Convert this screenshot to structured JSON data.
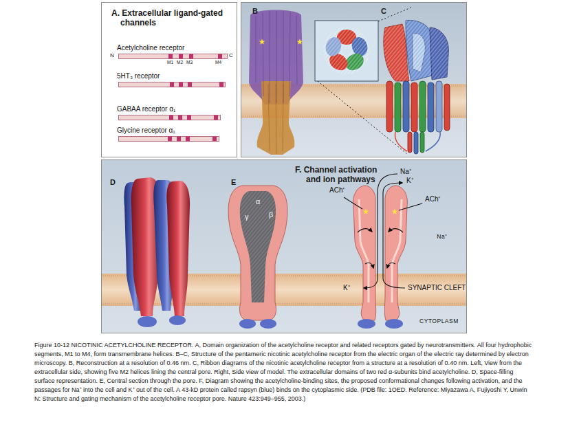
{
  "diagram": {
    "caption": "Figure 10-12 NICOTINIC ACETYLCHOLINE RECEPTOR. A, Domain organization of the acetylcholine receptor and related receptors gated by neurotransmitters. All four hydrophobic segments, M1 to M4, form transmembrane helices. B–C, Structure of the pentameric nicotinic acetylcholine receptor from the electric organ of the electric ray determined by electron microscopy. B, Reconstruction at a resolution of 0.46 nm. C, Ribbon diagrams of the nicotinic acetylcholine receptor from a structure at a resolution of 0.40 nm. Left, View from the extracellular side, showing five M2 helices lining the central pore. Right, Side view of model. The extracellular domains of two red α-subunits bind acetylcholine. D, Space-filling surface representation. E, Central section through the pore. F, Diagram showing the acetylcholine-binding sites, the proposed conformational changes following activation, and the passages for Na⁺ into the cell and K⁺ out of the cell. A 43-kD protein called rapsyn (blue) binds on the cytoplasmic side. (PDB file: 1OED. Reference: Miyazawa A, Fujiyoshi Y, Unwin N: Structure and gating mechanism of the acetylcholine receptor pore. Nature 423:949–955, 2003.)",
    "nodes": [
      {
        "text": [
          "A. Extracellular ligand-gated channels"
        ]
      },
      {
        "text": [
          "Acetylcholine receptor"
        ],
        "in": 0
      },
      {
        "text": [
          "5HT₃ receptor"
        ],
        "in": 0
      },
      {
        "text": [
          "GABAA receptor α₁"
        ],
        "in": 0
      },
      {
        "text": [
          "Glycine receptor α₁"
        ],
        "in": 0
      },
      {
        "text": [
          "B",
          "C"
        ]
      },
      {
        "text": [
          "D",
          "E",
          "F. Channel activation and ion pathways"
        ]
      }
    ],
    "labels": [
      "N",
      "C",
      "M1",
      "M2",
      "M3",
      "M4",
      "α",
      "γ",
      "β",
      "Na⁺",
      "K⁺",
      "ACh⁺",
      "ACh⁺",
      "Na⁺",
      "K⁺",
      "SYNAPTIC CLEFT",
      "CYTOPLASM"
    ]
  }
}
